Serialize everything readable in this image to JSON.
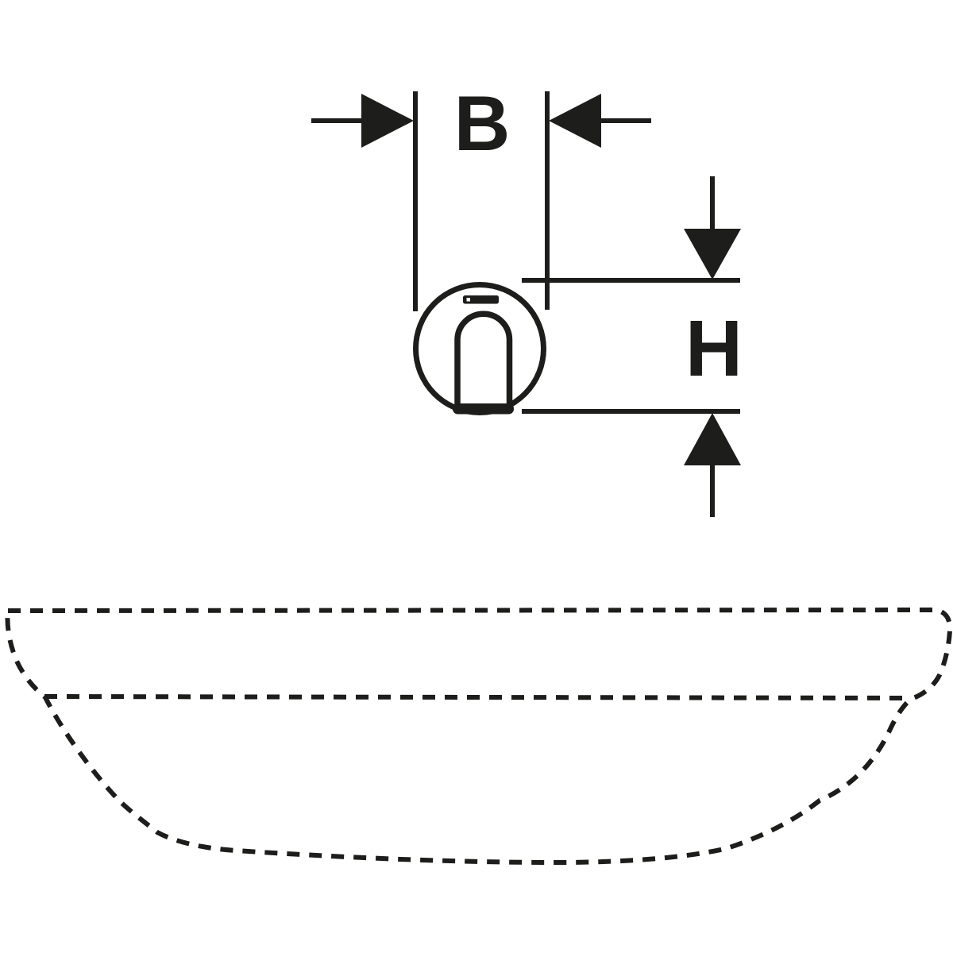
{
  "diagram": {
    "kind": "technical-dimension-drawing",
    "background_color": "#ffffff",
    "stroke_color": "#1d1d1b",
    "width_dimension": {
      "label": "B"
    },
    "height_dimension": {
      "label": "H"
    },
    "symbols": {
      "faucet": "round-wall-tap-front-view",
      "basin": "washbasin-dashed-outline"
    }
  }
}
